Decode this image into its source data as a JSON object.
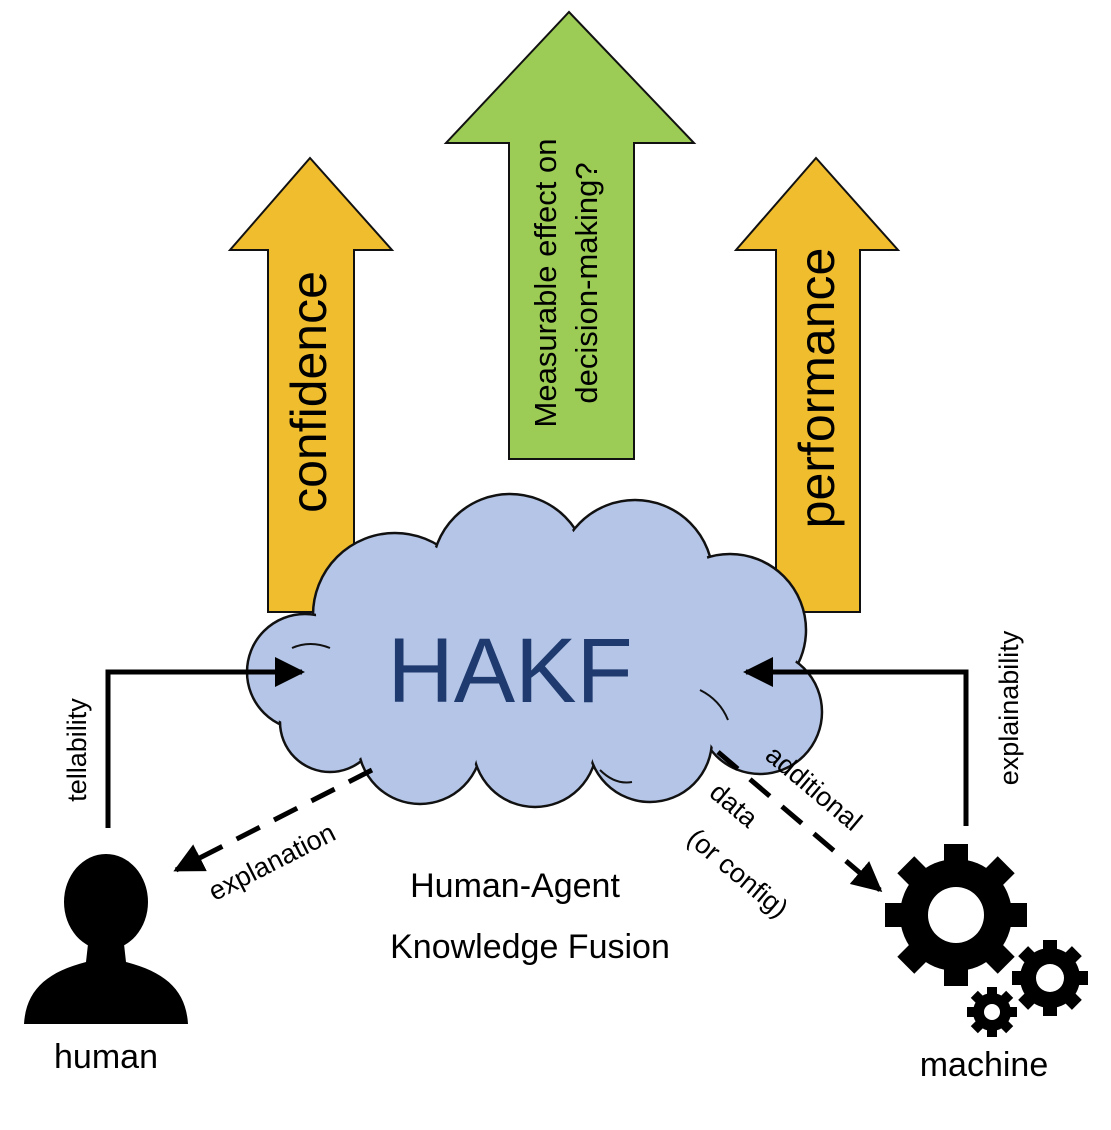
{
  "arrows": {
    "confidence": {
      "label": "confidence",
      "fill": "#f0bd2e"
    },
    "measurable": {
      "line1": "Measurable effect on",
      "line2": "decision-making?",
      "fill": "#9ccc55"
    },
    "performance": {
      "label": "performance",
      "fill": "#f0bd2e"
    }
  },
  "cloud": {
    "label": "HAKF",
    "fill": "#b4c5e7",
    "text_color": "#1f3a6e"
  },
  "center_caption": {
    "line1": "Human-Agent",
    "line2": "Knowledge Fusion"
  },
  "flows": {
    "tellability": "tellability",
    "explainability": "explainability",
    "explanation": "explanation",
    "additional_line1": "additional",
    "additional_line2": "data",
    "additional_line3": "(or config)"
  },
  "actors": {
    "human": {
      "label": "human",
      "icon": "human-silhouette-icon"
    },
    "machine": {
      "label": "machine",
      "icon": "gears-icon"
    }
  }
}
